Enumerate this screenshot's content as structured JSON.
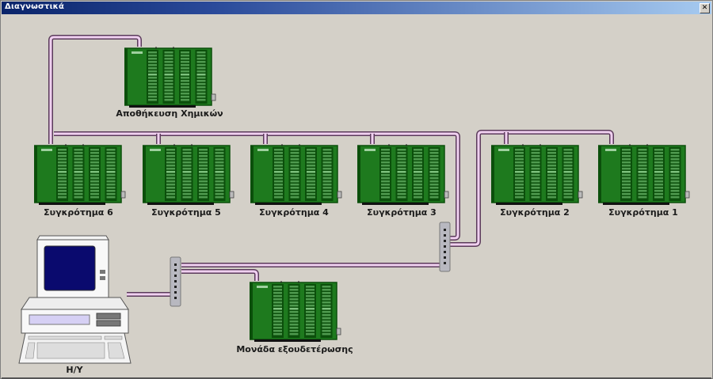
{
  "window": {
    "title": "Διαγνωστικά",
    "close_icon": "close-icon"
  },
  "colors": {
    "title_bar_start": "#0a246a",
    "title_bar_end": "#a6caf0",
    "background": "#d4d0c8",
    "rack_green": "#1e7a1e",
    "rack_dark": "#0b4f0b",
    "cable_outer": "#5a3a5a",
    "cable_inner": "#f0d0f0",
    "screen_blue": "#0a0a6e",
    "hub_gray": "#b8b8c0"
  },
  "devices": {
    "storage": {
      "label": "Αποθήκευση Χημικών",
      "icon": "plc-rack-icon"
    },
    "unit6": {
      "label": "Συγκρότημα 6",
      "icon": "plc-rack-icon"
    },
    "unit5": {
      "label": "Συγκρότημα 5",
      "icon": "plc-rack-icon"
    },
    "unit4": {
      "label": "Συγκρότημα 4",
      "icon": "plc-rack-icon"
    },
    "unit3": {
      "label": "Συγκρότημα 3",
      "icon": "plc-rack-icon"
    },
    "unit2": {
      "label": "Συγκρότημα 2",
      "icon": "plc-rack-icon"
    },
    "unit1": {
      "label": "Συγκρότημα 1",
      "icon": "plc-rack-icon"
    },
    "neutralization": {
      "label": "Μονάδα εξουδετέρωσης",
      "icon": "plc-rack-icon"
    },
    "pc": {
      "label": "Η/Υ",
      "icon": "computer-icon"
    }
  },
  "hubs": [
    {
      "name": "hub-left",
      "icon": "network-hub-icon"
    },
    {
      "name": "hub-right",
      "icon": "network-hub-icon"
    }
  ]
}
